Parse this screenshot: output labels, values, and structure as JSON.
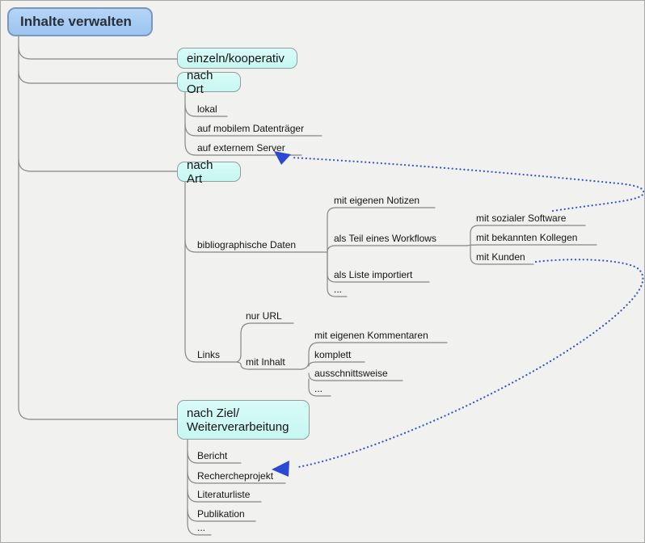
{
  "mindmap": {
    "root": {
      "label": "Inhalte verwalten"
    },
    "branches": [
      {
        "label": "einzeln/kooperativ"
      },
      {
        "label": "nach Ort",
        "children": [
          {
            "label": "lokal"
          },
          {
            "label": "auf mobilem Datenträger"
          },
          {
            "label": "auf externem Server"
          }
        ]
      },
      {
        "label": "nach Art",
        "children": [
          {
            "label": "bibliographische Daten",
            "children": [
              {
                "label": "mit eigenen Notizen"
              },
              {
                "label": "als Teil eines Workflows",
                "children": [
                  {
                    "label": "mit sozialer Software"
                  },
                  {
                    "label": "mit bekannten Kollegen"
                  },
                  {
                    "label": "mit Kunden"
                  }
                ]
              },
              {
                "label": "als Liste importiert"
              },
              {
                "label": "..."
              }
            ]
          },
          {
            "label": "Links",
            "children": [
              {
                "label": "nur URL"
              },
              {
                "label": "mit Inhalt",
                "children": [
                  {
                    "label": "mit eigenen Kommentaren"
                  },
                  {
                    "label": "komplett"
                  },
                  {
                    "label": "ausschnittsweise"
                  },
                  {
                    "label": "..."
                  }
                ]
              }
            ]
          }
        ]
      },
      {
        "label": "nach Ziel/\nWeiterverarbeitung",
        "children": [
          {
            "label": "Bericht"
          },
          {
            "label": "Rechercheprojekt"
          },
          {
            "label": "Literaturliste"
          },
          {
            "label": "Publikation"
          },
          {
            "label": "..."
          }
        ]
      }
    ],
    "cross_links": [
      {
        "from": "mit sozialer Software",
        "to": "auf externem Server",
        "style": "dotted-blue-arrow"
      },
      {
        "from": "mit Kunden",
        "to": "Rechercheprojekt",
        "style": "dotted-blue-arrow"
      }
    ]
  },
  "colors": {
    "background": "#f1f1ef",
    "root_fill": "#a6cbf2",
    "root_border": "#7e96bb",
    "branch_fill": "#cdf9f4",
    "branch_border": "#8f9e9e",
    "edge_gray": "#878787",
    "link_blue": "#3752d2",
    "text": "#141414"
  }
}
